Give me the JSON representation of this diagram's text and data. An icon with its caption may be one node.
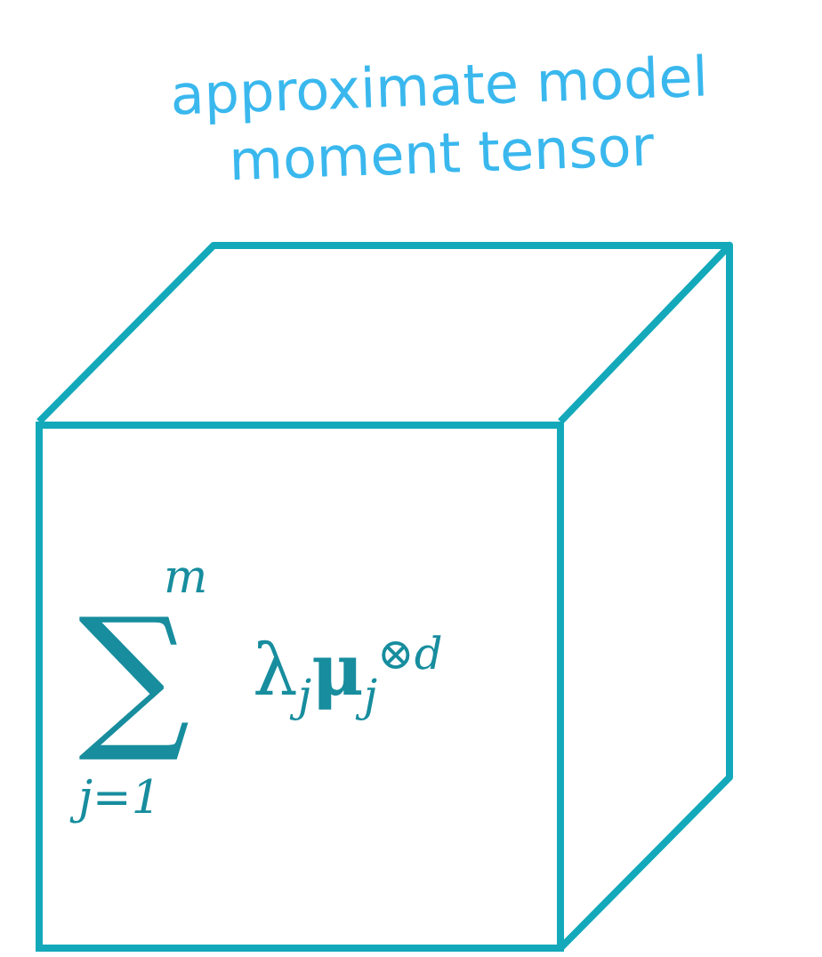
{
  "diagram": {
    "title": "approximate model moment tensor",
    "nodes": [
      {
        "text": [
          "m",
          "∑",
          "j=1",
          "λ$_{j}$**μ**$_{j}$$^{⊗d}$"
        ]
      }
    ]
  }
}
